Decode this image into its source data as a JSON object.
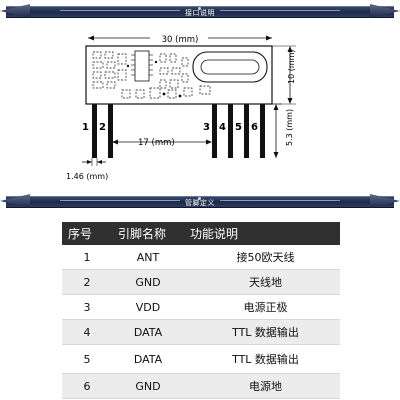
{
  "section1": {
    "title": "接口说明"
  },
  "section2": {
    "title": "管脚定义"
  },
  "diagram": {
    "width_label": "30 (mm)",
    "height_label": "10 (mm)",
    "pin_length_label": "5.3 (mm)",
    "pitch_label": "17 (mm)",
    "pin_gap_label": "1.46 (mm)",
    "pin_numbers": [
      "1",
      "2",
      "3",
      "4",
      "5",
      "6"
    ]
  },
  "table": {
    "headers": [
      "序号",
      "引脚名称",
      "功能说明"
    ],
    "rows": [
      {
        "num": "1",
        "name": "ANT",
        "func": "接50欧天线"
      },
      {
        "num": "2",
        "name": "GND",
        "func": "天线地"
      },
      {
        "num": "3",
        "name": "VDD",
        "func": "电源正极"
      },
      {
        "num": "4",
        "name": "DATA",
        "func": "TTL 数据输出"
      },
      {
        "num": "5",
        "name": "DATA",
        "func": "TTL 数据输出"
      },
      {
        "num": "6",
        "name": "GND",
        "func": "电源地"
      }
    ]
  }
}
